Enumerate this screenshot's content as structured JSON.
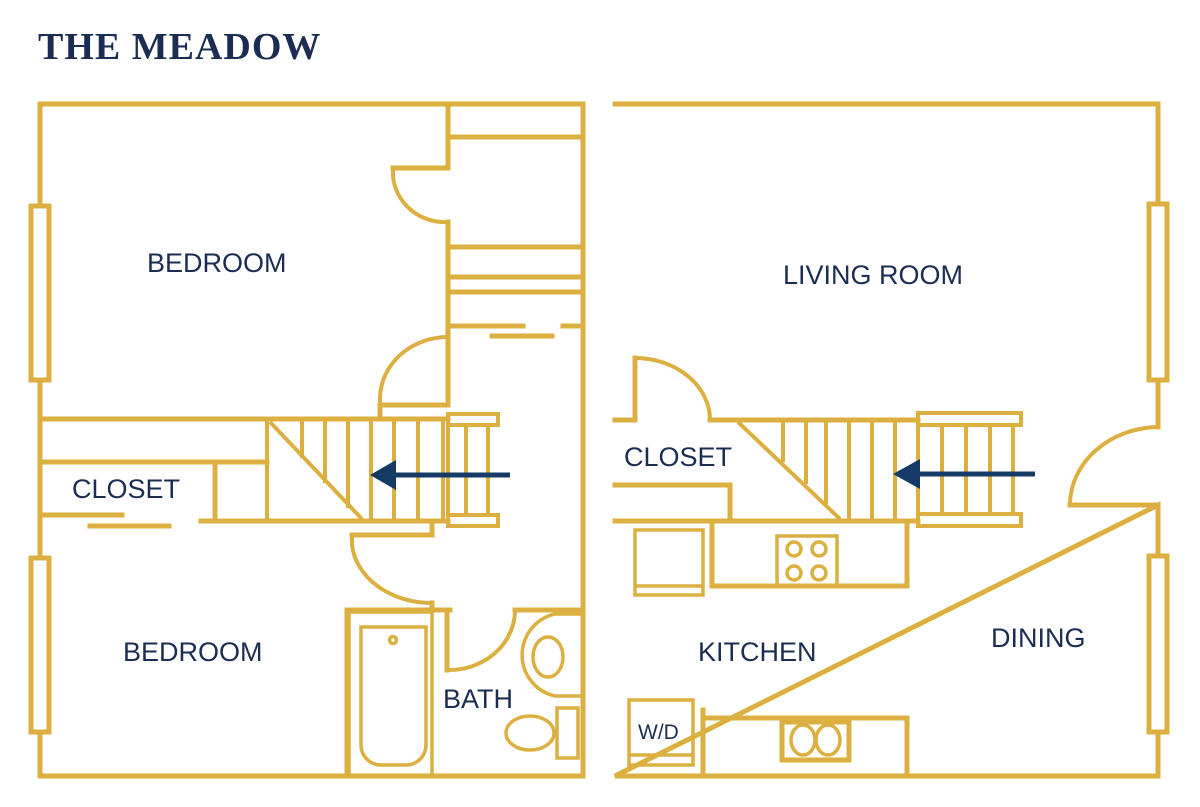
{
  "title": "THE MEADOW",
  "colors": {
    "wall": "#dcb040",
    "text": "#1b2d52",
    "arrow": "#163a66",
    "background": "#ffffff"
  },
  "upper_floor": {
    "rooms": {
      "bedroom_top": "BEDROOM",
      "closet": "CLOSET",
      "bedroom_bottom": "BEDROOM",
      "bath": "BATH"
    },
    "stair_arrow": "stairs-direction-arrow-left"
  },
  "main_floor": {
    "rooms": {
      "living_room": "LIVING ROOM",
      "closet": "CLOSET",
      "kitchen": "KITCHEN",
      "dining": "DINING",
      "washer_dryer": "W/D"
    },
    "stair_arrow": "stairs-direction-arrow-left"
  }
}
